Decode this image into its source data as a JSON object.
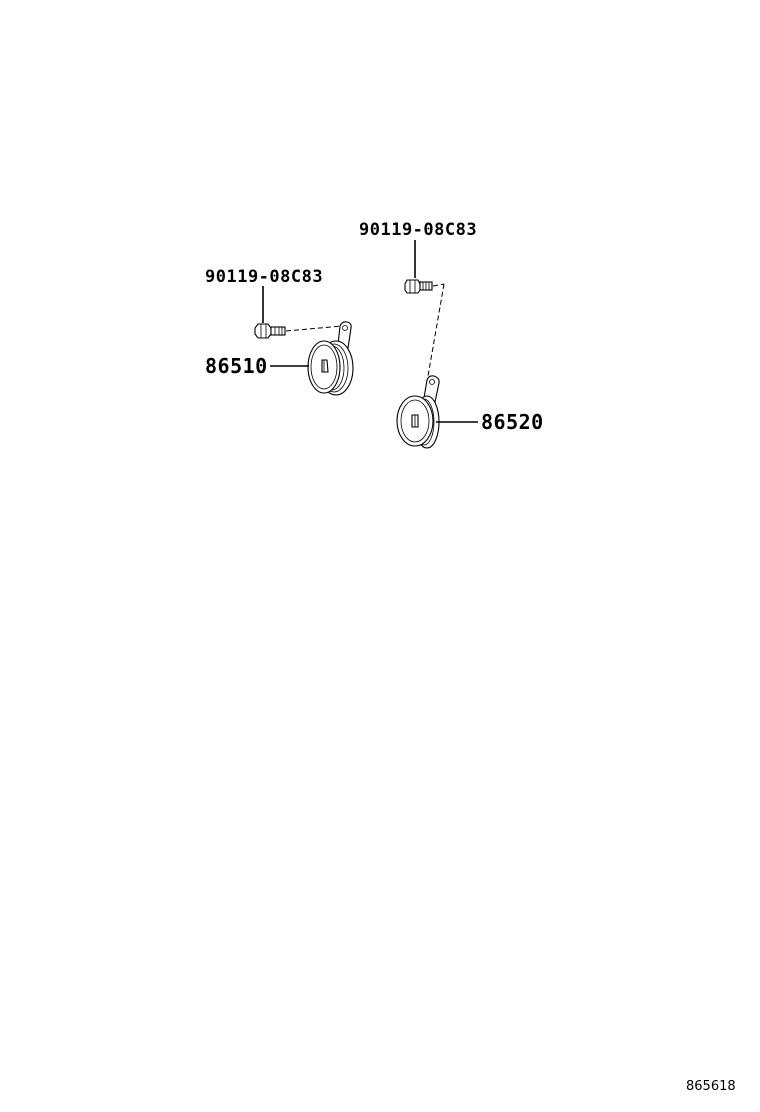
{
  "diagram": {
    "parts": {
      "bolt_left": {
        "part_number": "90119-08C83",
        "icon": "bolt-icon"
      },
      "bolt_right": {
        "part_number": "90119-08C83",
        "icon": "bolt-icon"
      },
      "horn_low": {
        "part_number": "86510",
        "icon": "horn-icon"
      },
      "horn_high": {
        "part_number": "86520",
        "icon": "horn-icon"
      }
    },
    "reference_code": "865618"
  },
  "colors": {
    "line": "#000000",
    "background": "#ffffff"
  }
}
